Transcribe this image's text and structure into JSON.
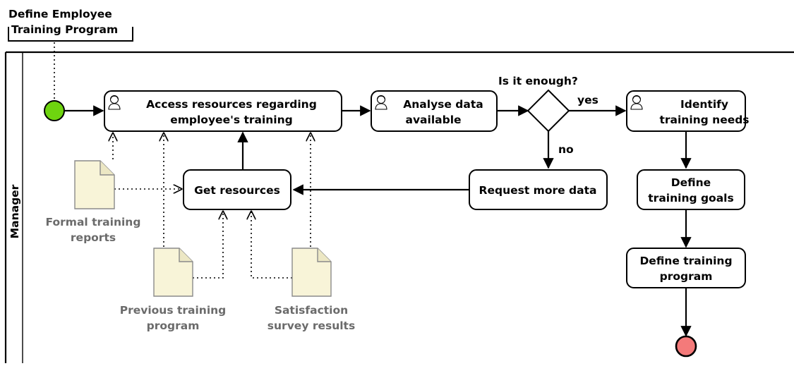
{
  "process": {
    "title_lines": [
      "Define Employee",
      "Training Program"
    ],
    "lane_label": "Manager"
  },
  "tasks": {
    "access_resources": {
      "lines": [
        "Access resources regarding",
        "employee's training"
      ],
      "user_task": true
    },
    "analyse_data": {
      "lines": [
        "Analyse data",
        "available"
      ],
      "user_task": true
    },
    "identify_needs": {
      "lines": [
        "Identify",
        "training needs"
      ],
      "user_task": true
    },
    "get_resources": {
      "lines": [
        "Get resources"
      ],
      "user_task": false
    },
    "request_more_data": {
      "lines": [
        "Request more data"
      ],
      "user_task": false
    },
    "define_goals": {
      "lines": [
        "Define",
        "training goals"
      ],
      "user_task": false
    },
    "define_program": {
      "lines": [
        "Define training",
        "program"
      ],
      "user_task": false
    }
  },
  "gateway": {
    "question": "Is it enough?",
    "yes_label": "yes",
    "no_label": "no"
  },
  "documents": {
    "formal_reports": {
      "lines": [
        "Formal training",
        "reports"
      ]
    },
    "previous_program": {
      "lines": [
        "Previous training",
        "program"
      ]
    },
    "satisfaction_survey": {
      "lines": [
        "Satisfaction",
        "survey results"
      ]
    }
  },
  "events": {
    "start_color": "#6ed40f",
    "end_color": "#f47a7a"
  },
  "colors": {
    "document_fill": "#f8f4d8",
    "document_text": "#6b6b6b"
  }
}
